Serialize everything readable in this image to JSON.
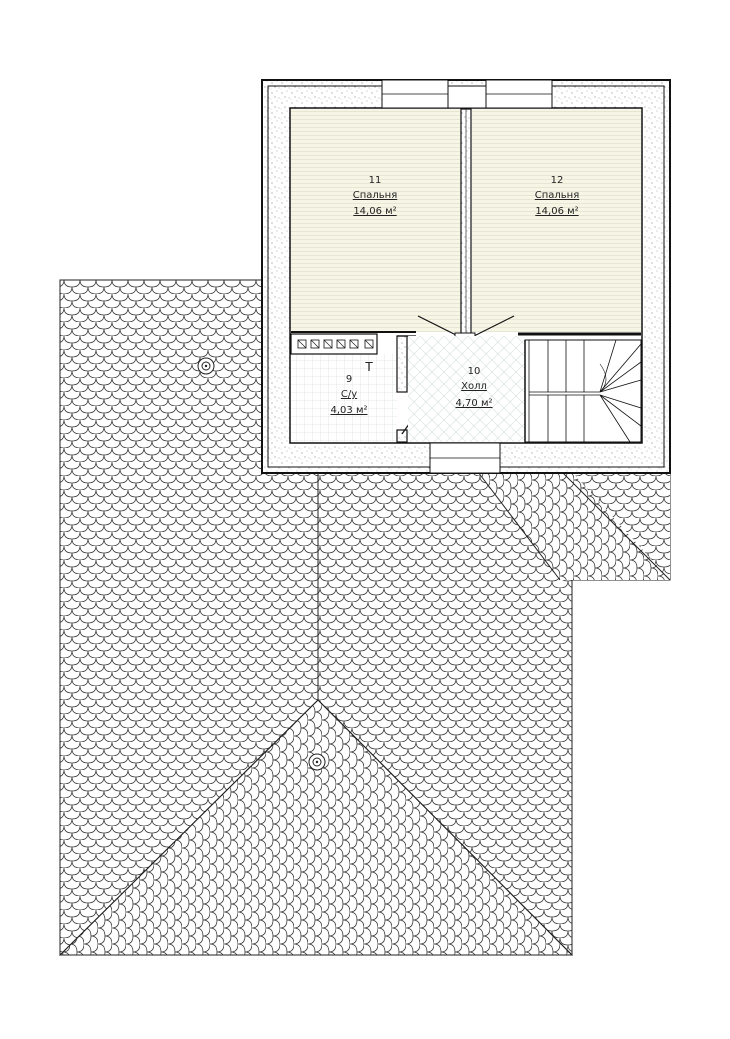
{
  "rooms": [
    {
      "number": "11",
      "name": "Спальня",
      "area": "14,06 м²"
    },
    {
      "number": "12",
      "name": "Спальня",
      "area": "14,06 м²"
    },
    {
      "number": "9",
      "name": "С/у",
      "area": "4,03 м²"
    },
    {
      "number": "10",
      "name": "Холл",
      "area": "4,70 м²"
    }
  ],
  "marks": {
    "toilet": "Т"
  },
  "colors": {
    "line": "#1a1a1a",
    "bedroom_fill": "#f6f5e6",
    "tile_fill": "#ffffff",
    "wall_fill": "#ffffff",
    "roof_line": "#2a2a2a"
  }
}
